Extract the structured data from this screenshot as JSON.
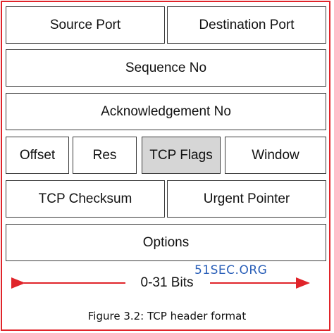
{
  "diagram": {
    "rows": [
      [
        {
          "label": "Source Port",
          "shaded": false
        },
        {
          "label": "Destination Port",
          "shaded": false
        }
      ],
      [
        {
          "label": "Sequence No",
          "shaded": false
        }
      ],
      [
        {
          "label": "Acknowledgement No",
          "shaded": false
        }
      ],
      [
        {
          "label": "Offset",
          "shaded": false
        },
        {
          "label": "Res",
          "shaded": false
        },
        {
          "label": "TCP Flags",
          "shaded": true
        },
        {
          "label": "Window",
          "shaded": false
        }
      ],
      [
        {
          "label": "TCP Checksum",
          "shaded": false
        },
        {
          "label": "Urgent Pointer",
          "shaded": false
        }
      ],
      [
        {
          "label": "Options",
          "shaded": false
        }
      ]
    ],
    "bits_label": "0-31 Bits",
    "watermark": "51SEC.ORG",
    "caption": "Figure 3.2: TCP header format",
    "colors": {
      "border": "#e0242a",
      "arrow": "#e0242a",
      "shaded": "#d6d6d6",
      "watermark": "#2a5fb8"
    }
  }
}
